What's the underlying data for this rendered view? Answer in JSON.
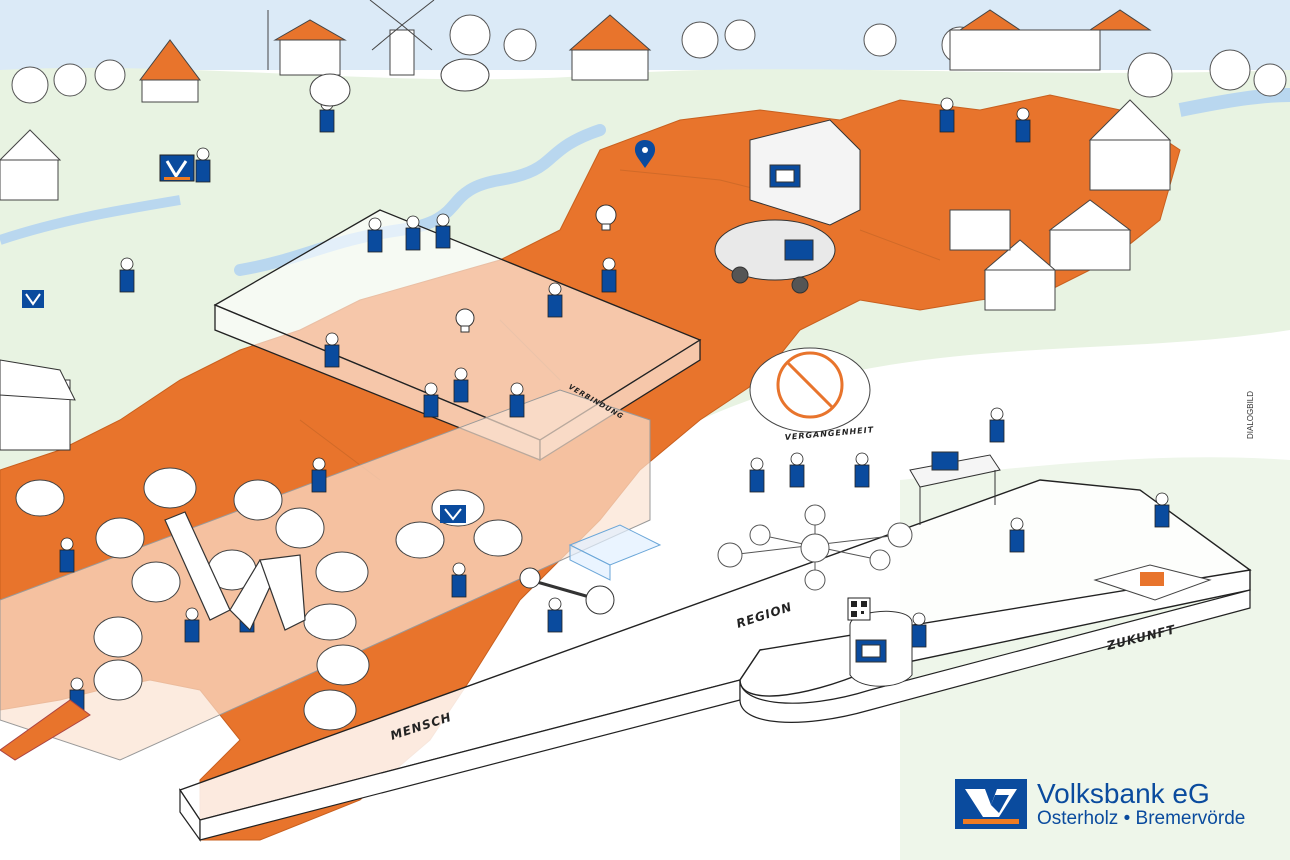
{
  "platform_labels": {
    "mensch": "MENSCH",
    "region": "REGION",
    "zukunft": "ZUKUNFT",
    "vergangenheit": "VERGANGENHEIT",
    "verbindung": "VERBINDUNG"
  },
  "logo": {
    "name": "Volksbank eG",
    "sub": "Osterholz • Bremervörde"
  },
  "credit": "DIALOGBILD",
  "colors": {
    "brand_blue": "#0a4b9e",
    "brand_orange": "#ee7b22",
    "region_orange": "#e8742c",
    "land_green": "#e6f2de",
    "sky_blue": "#d6e7f6",
    "river_blue": "#b9d7ef"
  },
  "icons": [
    "volksbank-logo-icon",
    "location-pin-icon",
    "lightbulb-icon",
    "qr-code-icon"
  ]
}
